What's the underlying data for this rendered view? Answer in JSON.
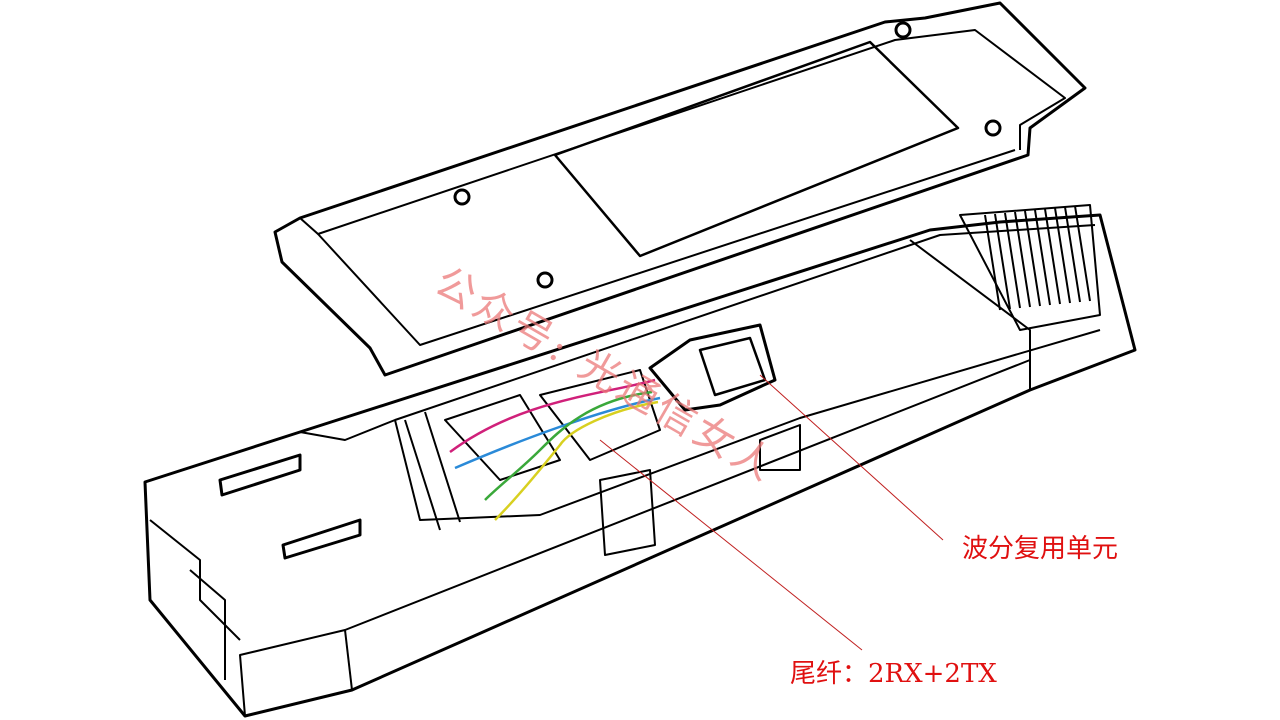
{
  "labels": {
    "wdm_unit": "波分复用单元",
    "pigtail": "尾纤：2RX+2TX"
  },
  "watermark": "公众号: 光通信女人",
  "colors": {
    "label": "#e01010",
    "leader": "#c02020",
    "fiber_magenta": "#d0207a",
    "fiber_blue": "#2a8ad8",
    "fiber_green": "#3aa83a",
    "fiber_yellow": "#d8d020"
  }
}
